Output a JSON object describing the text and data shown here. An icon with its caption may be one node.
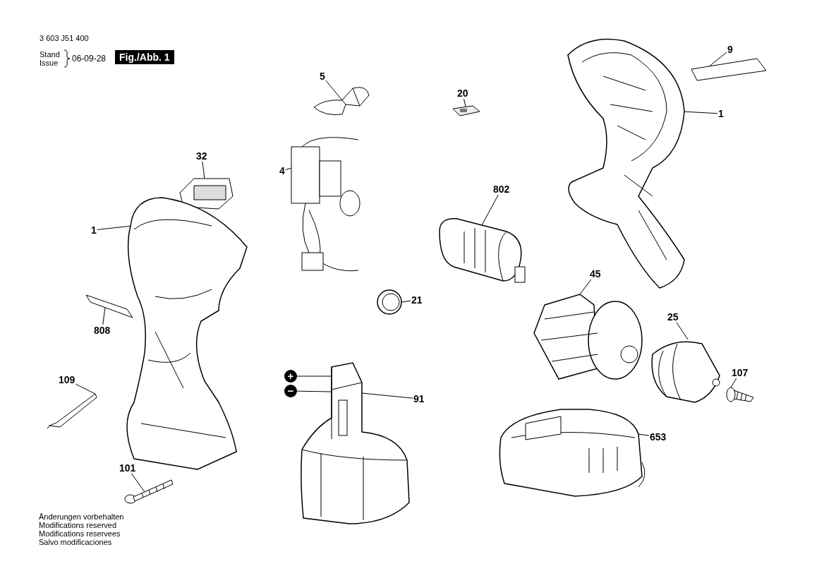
{
  "diagram": {
    "nodes": [
      {
        "text": [
          "5"
        ]
      },
      {
        "text": [
          "20"
        ]
      },
      {
        "text": [
          "9"
        ]
      },
      {
        "text": [
          "1"
        ]
      },
      {
        "text": [
          "32"
        ]
      },
      {
        "text": [
          "4"
        ]
      },
      {
        "text": [
          "802"
        ]
      },
      {
        "text": [
          "1"
        ]
      },
      {
        "text": [
          "808"
        ]
      },
      {
        "text": [
          "21"
        ]
      },
      {
        "text": [
          "45"
        ]
      },
      {
        "text": [
          "25"
        ]
      },
      {
        "text": [
          "109"
        ]
      },
      {
        "text": [
          "107"
        ]
      },
      {
        "text": [
          "91"
        ]
      },
      {
        "text": [
          "653"
        ]
      },
      {
        "text": [
          "101"
        ]
      },
      {
        "text": [],
        "shape": "picture"
      },
      {
        "text": [],
        "shape": "picture"
      },
      {
        "text": [],
        "shape": "picture"
      },
      {
        "text": [],
        "shape": "picture"
      },
      {
        "text": [],
        "shape": "picture"
      },
      {
        "text": [],
        "shape": "picture"
      },
      {
        "text": [],
        "shape": "picture"
      },
      {
        "text": [],
        "shape": "picture"
      },
      {
        "text": [],
        "shape": "picture"
      },
      {
        "text": [],
        "shape": "picture"
      },
      {
        "text": [],
        "shape": "picture"
      },
      {
        "text": [],
        "shape": "picture"
      },
      {
        "text": [],
        "shape": "picture"
      },
      {
        "text": [],
        "shape": "picture"
      },
      {
        "text": [],
        "shape": "picture"
      },
      {
        "text": [],
        "shape": "picture"
      },
      {
        "text": [],
        "shape": "picture"
      },
      {
        "text": [
          "+"
        ]
      },
      {
        "text": [
          "−"
        ]
      }
    ],
    "edges": [
      {
        "from": 0,
        "to": 17,
        "arrow": "none"
      },
      {
        "from": 1,
        "to": 18,
        "arrow": "none"
      },
      {
        "from": 2,
        "to": 19,
        "arrow": "none"
      },
      {
        "from": 3,
        "to": 20,
        "arrow": "none"
      },
      {
        "from": 4,
        "to": 21,
        "arrow": "none"
      },
      {
        "from": 5,
        "to": 22,
        "arrow": "none"
      },
      {
        "from": 6,
        "to": 23,
        "arrow": "none"
      },
      {
        "from": 7,
        "to": 24,
        "arrow": "none"
      },
      {
        "from": 8,
        "to": 25,
        "arrow": "none"
      },
      {
        "from": 9,
        "to": 26,
        "arrow": "none"
      },
      {
        "from": 10,
        "to": 27,
        "arrow": "none"
      },
      {
        "from": 11,
        "to": 28,
        "arrow": "none"
      },
      {
        "from": 12,
        "to": 29,
        "arrow": "none"
      },
      {
        "from": 13,
        "to": 30,
        "arrow": "none"
      },
      {
        "from": 14,
        "to": 31,
        "arrow": "none"
      },
      {
        "from": 15,
        "to": 32,
        "arrow": "none"
      },
      {
        "from": 16,
        "to": 33,
        "arrow": "none"
      },
      {
        "from": 34,
        "to": 31,
        "arrow": "none"
      },
      {
        "from": 35,
        "to": 31,
        "arrow": "none"
      }
    ],
    "labels": [
      "3 603 J51 400",
      "Stand",
      "Issue",
      "06-09-28",
      "Fig./Abb. 1",
      "Änderungen vorbehalten",
      "Modifications reserved",
      "Modifications reservees",
      "Salvo modificaciones"
    ]
  }
}
